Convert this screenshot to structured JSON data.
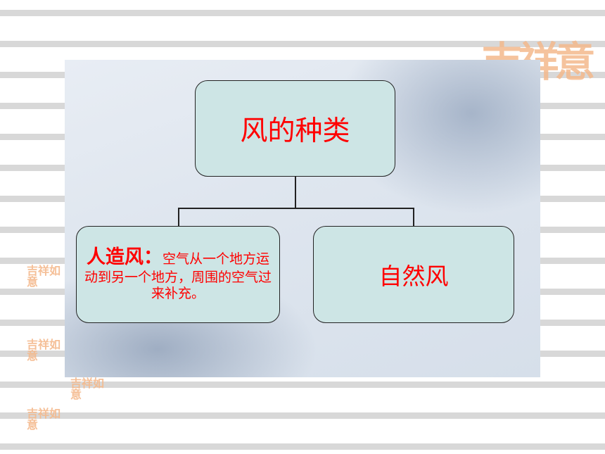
{
  "decor": {
    "seal_big": "吉祥意",
    "seal_small": "吉祥如意"
  },
  "diagram": {
    "root": "风的种类",
    "left_lead": "人造风：",
    "left_body": "空气从一个地方运动到另一个地方，周围的空气过来补充。",
    "right": "自然风"
  },
  "colors": {
    "node_fill": "#cde5e5",
    "text_red": "#ff0000",
    "seal_orange": "#f4b98c"
  }
}
